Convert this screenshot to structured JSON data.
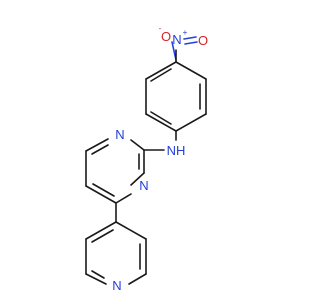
{
  "molecule": {
    "atoms": {
      "nitro_o_top": {
        "symbol": "O",
        "charge": "-"
      },
      "nitro_n": {
        "symbol": "N",
        "charge": "+"
      },
      "nitro_o_right": {
        "symbol": "O"
      },
      "amine": {
        "symbol": "NH"
      },
      "pyrimidine_n_top": {
        "symbol": "N"
      },
      "pyrimidine_n_bottom": {
        "symbol": "N"
      },
      "pyridine_n": {
        "symbol": "N"
      }
    },
    "colors": {
      "carbon_bond": "#1a1a1a",
      "nitrogen": "#2440d8",
      "oxygen": "#d2252a"
    }
  }
}
